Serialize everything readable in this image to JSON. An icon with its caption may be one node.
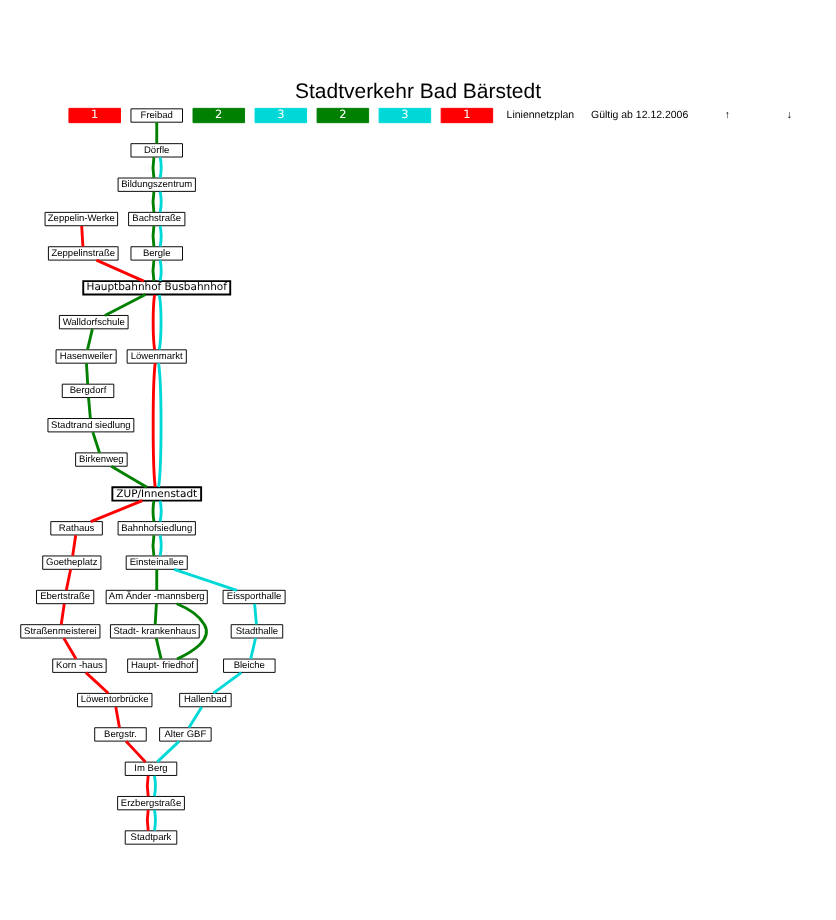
{
  "diagram": {
    "title": "Stadtverkehr Bad Bärstedt",
    "nodes": [
      {
        "text": [
          "1"
        ]
      },
      {
        "text": [
          "Zeppelin-Werke"
        ]
      },
      {
        "text": [
          "Zeppelinstraße"
        ]
      },
      {
        "text": [
          "Hasenweiler"
        ]
      },
      {
        "text": [
          "Walldorfschule"
        ]
      },
      {
        "text": [
          "Hauptbahnhof Busbahnhof"
        ]
      },
      {
        "text": [
          "Bergle"
        ]
      },
      {
        "text": [
          "Bachstraße"
        ]
      },
      {
        "text": [
          "Bildungszentrum"
        ]
      },
      {
        "text": [
          "Dörfle"
        ]
      },
      {
        "text": [
          "Freibad"
        ]
      },
      {
        "text": [
          "2"
        ]
      },
      {
        "text": [
          "3"
        ]
      },
      {
        "text": [
          "Bergdorf"
        ]
      },
      {
        "text": [
          "Stadtrand siedlung"
        ]
      },
      {
        "text": [
          "Birkenweg"
        ]
      },
      {
        "text": [
          "Löwenmarkt"
        ]
      },
      {
        "text": [
          "ZUP/Innenstadt"
        ]
      },
      {
        "text": [
          "Rathaus"
        ]
      },
      {
        "text": [
          "Am Änder -mannsberg"
        ]
      },
      {
        "text": [
          "Goetheplatz"
        ]
      },
      {
        "text": [
          "Ebertstraße"
        ]
      },
      {
        "text": [
          "Straßenmeisterei"
        ]
      },
      {
        "text": [
          "Bahnhofsiedlung"
        ]
      },
      {
        "text": [
          "Korn -haus"
        ]
      },
      {
        "text": [
          "Einsteinallee"
        ]
      },
      {
        "text": [
          "2"
        ]
      },
      {
        "text": [
          "Haupt- friedhof"
        ]
      },
      {
        "text": [
          "Stadt- krankenhaus"
        ]
      },
      {
        "text": [
          "Löwentorbrücke"
        ]
      },
      {
        "text": [
          "Eissporthalle"
        ]
      },
      {
        "text": [
          "Stadthalle"
        ]
      },
      {
        "text": [
          "Alter GBF"
        ]
      },
      {
        "text": [
          "Bergstr."
        ]
      },
      {
        "text": [
          "Bleiche"
        ]
      },
      {
        "text": [
          "Hallenbad"
        ]
      },
      {
        "text": [
          "Im Berg"
        ]
      },
      {
        "text": [
          "Erzbergstraße"
        ]
      },
      {
        "text": [
          "Stadtpark"
        ]
      },
      {
        "text": [
          "3"
        ]
      },
      {
        "text": [
          "1"
        ]
      }
    ],
    "edges": [
      {
        "from": 1,
        "to": 2,
        "arrow": "none",
        "color": "#ff0000"
      },
      {
        "from": 2,
        "to": 5,
        "arrow": "none",
        "color": "#ff0000"
      },
      {
        "from": 5,
        "to": 16,
        "arrow": "none",
        "color": "#ff0000"
      },
      {
        "from": 16,
        "to": 17,
        "arrow": "none",
        "color": "#ff0000"
      },
      {
        "from": 17,
        "to": 18,
        "arrow": "none",
        "color": "#ff0000"
      },
      {
        "from": 18,
        "to": 20,
        "arrow": "none",
        "color": "#ff0000"
      },
      {
        "from": 20,
        "to": 21,
        "arrow": "none",
        "color": "#ff0000"
      },
      {
        "from": 21,
        "to": 22,
        "arrow": "none",
        "color": "#ff0000"
      },
      {
        "from": 22,
        "to": 24,
        "arrow": "none",
        "color": "#ff0000"
      },
      {
        "from": 24,
        "to": 29,
        "arrow": "none",
        "color": "#ff0000"
      },
      {
        "from": 29,
        "to": 33,
        "arrow": "none",
        "color": "#ff0000"
      },
      {
        "from": 33,
        "to": 36,
        "arrow": "none",
        "color": "#ff0000"
      },
      {
        "from": 36,
        "to": 37,
        "arrow": "none",
        "color": "#ff0000"
      },
      {
        "from": 37,
        "to": 38,
        "arrow": "none",
        "color": "#ff0000"
      },
      {
        "from": 10,
        "to": 9,
        "arrow": "none",
        "color": "#008000"
      },
      {
        "from": 9,
        "to": 8,
        "arrow": "none",
        "color": "#008000"
      },
      {
        "from": 8,
        "to": 7,
        "arrow": "none",
        "color": "#008000"
      },
      {
        "from": 7,
        "to": 6,
        "arrow": "none",
        "color": "#008000"
      },
      {
        "from": 6,
        "to": 5,
        "arrow": "none",
        "color": "#008000"
      },
      {
        "from": 5,
        "to": 4,
        "arrow": "none",
        "color": "#008000"
      },
      {
        "from": 4,
        "to": 3,
        "arrow": "none",
        "color": "#008000"
      },
      {
        "from": 3,
        "to": 13,
        "arrow": "none",
        "color": "#008000"
      },
      {
        "from": 13,
        "to": 14,
        "arrow": "none",
        "color": "#008000"
      },
      {
        "from": 14,
        "to": 15,
        "arrow": "none",
        "color": "#008000"
      },
      {
        "from": 15,
        "to": 17,
        "arrow": "none",
        "color": "#008000"
      },
      {
        "from": 17,
        "to": 23,
        "arrow": "none",
        "color": "#008000"
      },
      {
        "from": 23,
        "to": 25,
        "arrow": "none",
        "color": "#008000"
      },
      {
        "from": 25,
        "to": 19,
        "arrow": "none",
        "color": "#008000"
      },
      {
        "from": 19,
        "to": 28,
        "arrow": "none",
        "color": "#008000"
      },
      {
        "from": 28,
        "to": 27,
        "arrow": "none",
        "color": "#008000"
      },
      {
        "from": 27,
        "to": 19,
        "arrow": "none",
        "color": "#008000"
      },
      {
        "from": 9,
        "to": 8,
        "arrow": "none",
        "color": "#00d8d8"
      },
      {
        "from": 8,
        "to": 7,
        "arrow": "none",
        "color": "#00d8d8"
      },
      {
        "from": 7,
        "to": 6,
        "arrow": "none",
        "color": "#00d8d8"
      },
      {
        "from": 6,
        "to": 5,
        "arrow": "none",
        "color": "#00d8d8"
      },
      {
        "from": 5,
        "to": 16,
        "arrow": "none",
        "color": "#00d8d8"
      },
      {
        "from": 16,
        "to": 17,
        "arrow": "none",
        "color": "#00d8d8"
      },
      {
        "from": 17,
        "to": 23,
        "arrow": "none",
        "color": "#00d8d8"
      },
      {
        "from": 23,
        "to": 25,
        "arrow": "none",
        "color": "#00d8d8"
      },
      {
        "from": 25,
        "to": 30,
        "arrow": "none",
        "color": "#00d8d8"
      },
      {
        "from": 30,
        "to": 31,
        "arrow": "none",
        "color": "#00d8d8"
      },
      {
        "from": 31,
        "to": 34,
        "arrow": "none",
        "color": "#00d8d8"
      },
      {
        "from": 34,
        "to": 35,
        "arrow": "none",
        "color": "#00d8d8"
      },
      {
        "from": 35,
        "to": 32,
        "arrow": "none",
        "color": "#00d8d8"
      },
      {
        "from": 32,
        "to": 36,
        "arrow": "none",
        "color": "#00d8d8"
      },
      {
        "from": 36,
        "to": 37,
        "arrow": "none",
        "color": "#00d8d8"
      },
      {
        "from": 37,
        "to": 38,
        "arrow": "none",
        "color": "#00d8d8"
      }
    ],
    "labels": [
      "Liniennetzplan",
      "Gültig ab 12.12.2006",
      "↑",
      "↓"
    ]
  }
}
